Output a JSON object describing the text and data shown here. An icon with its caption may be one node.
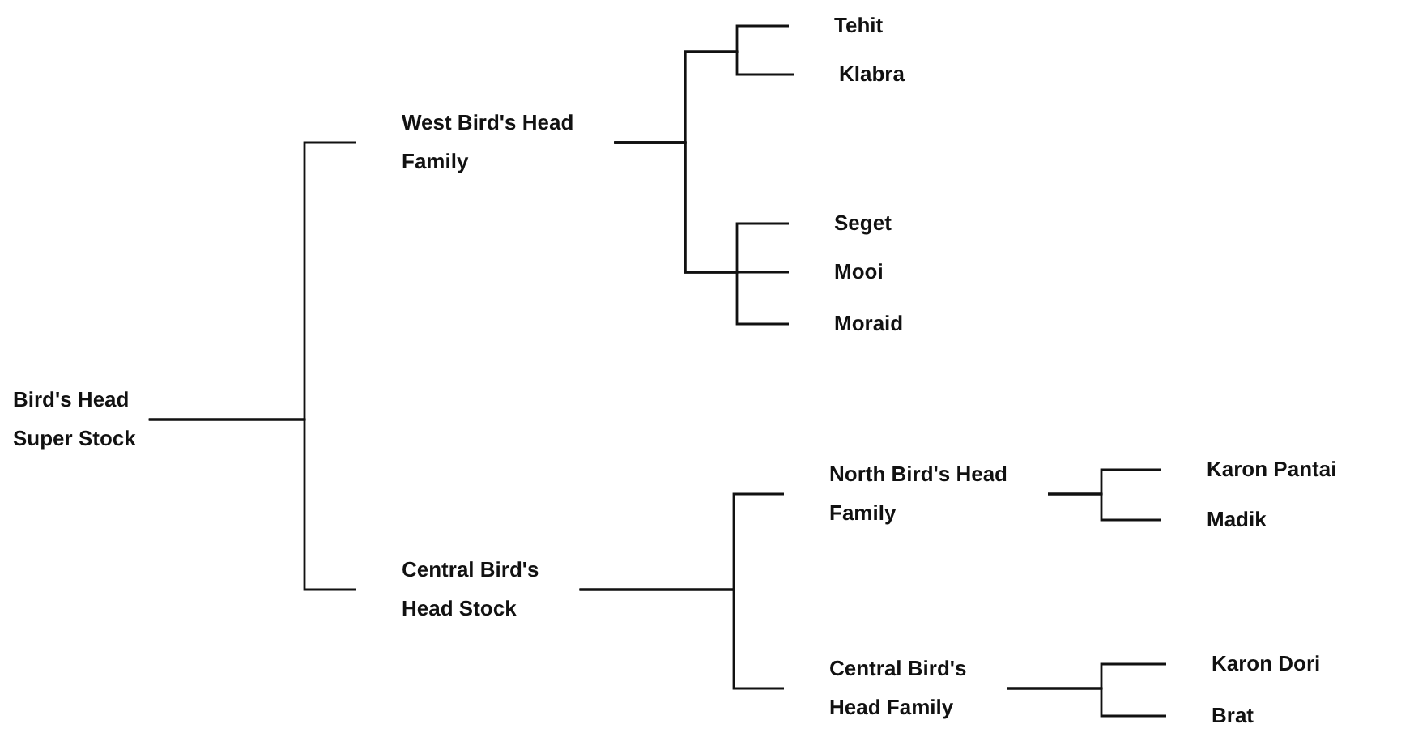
{
  "diagram": {
    "nodes": [
      {
        "text": [
          "Bird's Head Super Stock"
        ]
      },
      {
        "text": [
          "West Bird's Head Family"
        ]
      },
      {
        "text": [
          "Tehit"
        ]
      },
      {
        "text": [
          "Klabra"
        ]
      },
      {
        "text": [
          "Seget"
        ]
      },
      {
        "text": [
          "Mooi"
        ]
      },
      {
        "text": [
          "Moraid"
        ]
      },
      {
        "text": [
          "Central Bird's Head Stock"
        ]
      },
      {
        "text": [
          "North Bird's Head Family"
        ]
      },
      {
        "text": [
          "Karon Pantai"
        ]
      },
      {
        "text": [
          "Madik"
        ]
      },
      {
        "text": [
          "Central Bird's Head Family"
        ]
      },
      {
        "text": [
          "Karon Dori"
        ]
      },
      {
        "text": [
          "Brat"
        ]
      }
    ],
    "edges": [
      {
        "from": 0,
        "to": 1,
        "arrow": "none"
      },
      {
        "from": 0,
        "to": 7,
        "arrow": "none"
      },
      {
        "from": 1,
        "to": 2,
        "arrow": "none"
      },
      {
        "from": 1,
        "to": 3,
        "arrow": "none"
      },
      {
        "from": 1,
        "to": 4,
        "arrow": "none"
      },
      {
        "from": 1,
        "to": 5,
        "arrow": "none"
      },
      {
        "from": 1,
        "to": 6,
        "arrow": "none"
      },
      {
        "from": 7,
        "to": 8,
        "arrow": "none"
      },
      {
        "from": 7,
        "to": 11,
        "arrow": "none"
      },
      {
        "from": 8,
        "to": 9,
        "arrow": "none"
      },
      {
        "from": 8,
        "to": 10,
        "arrow": "none"
      },
      {
        "from": 11,
        "to": 12,
        "arrow": "none"
      },
      {
        "from": 11,
        "to": 13,
        "arrow": "none"
      }
    ]
  }
}
